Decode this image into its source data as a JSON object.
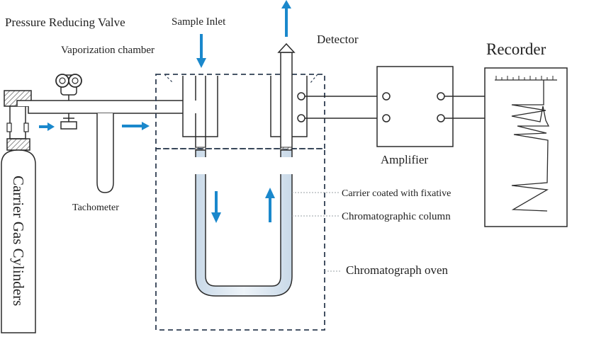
{
  "diagram": {
    "labels": {
      "pressure_reducing_valve": "Pressure Reducing Valve",
      "sample_inlet": "Sample Inlet",
      "vaporization_chamber": "Vaporization chamber",
      "detector": "Detector",
      "recorder": "Recorder",
      "amplifier": "Amplifier",
      "tachometer": "Tachometer",
      "carrier_coated": "Carrier coated with fixative",
      "chromatographic_column": "Chromatographic column",
      "chromatograph_oven": "Chromatograph oven",
      "carrier_gas_cylinders": "Carrier Gas Cylinders"
    },
    "colors": {
      "flow_arrow": "#1a88cc",
      "line": "#2b2b2b",
      "column_fill": "#dfe9f2",
      "hatch": "#777777"
    },
    "icons": [
      "arrow-icon",
      "gauge-icon",
      "hatch-pattern"
    ]
  }
}
